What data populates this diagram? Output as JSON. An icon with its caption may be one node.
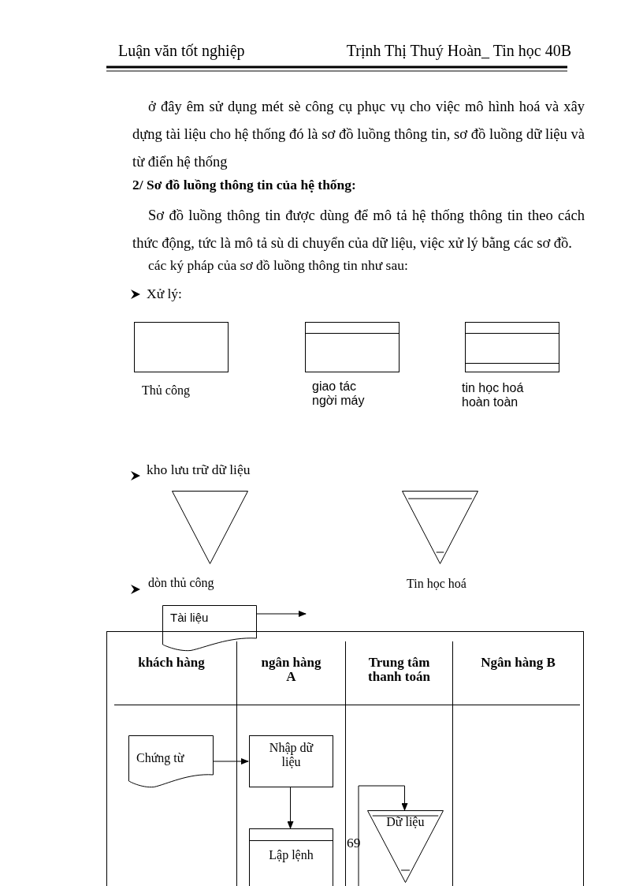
{
  "diagram": {
    "nodes": [
      {
        "text": [],
        "shape": "box",
        "beside": [
          "Thủ công"
        ]
      },
      {
        "text": [],
        "shape": "box",
        "beside": [
          "giao tác ngời máy"
        ]
      },
      {
        "text": [],
        "shape": "box",
        "beside": [
          "tin học hoá hoàn toàn"
        ]
      },
      {
        "text": [],
        "shape": "triangle",
        "beside": [
          "dòn thủ công"
        ]
      },
      {
        "text": [],
        "shape": "triangle",
        "beside": [
          "Tin học hoá"
        ]
      },
      {
        "text": [
          "Tài liệu"
        ]
      },
      {
        "text": [
          "khách hàng"
        ]
      },
      {
        "text": [
          "ngân hàng A"
        ]
      },
      {
        "text": [
          "Trung tâm thanh toán"
        ]
      },
      {
        "text": [
          "Ngân hàng B"
        ]
      },
      {
        "text": [
          "Chứng từ"
        ],
        "in": 6
      },
      {
        "text": [
          "Nhập dữ liệu"
        ],
        "in": 7
      },
      {
        "text": [
          "Lập lệnh"
        ],
        "in": 7
      },
      {
        "text": [
          "Dữ liệu"
        ],
        "in": 8
      }
    ],
    "edges": [
      {
        "from": 5,
        "to": null,
        "arrow": "to"
      },
      {
        "from": 10,
        "to": 11,
        "arrow": "to"
      },
      {
        "from": 11,
        "to": 12,
        "arrow": "to"
      },
      {
        "from": null,
        "to": 13,
        "arrow": "to"
      }
    ],
    "labels": [
      "Luận văn tốt nghiệp",
      "Trịnh Thị Thuý Hoàn_ Tin học 40B",
      "ở đây êm sử dụng mét sè công cụ phục vụ cho việc mô hình hoá và xây dựng tài liệu cho hệ thống đó là sơ đồ luồng thông tin, sơ đồ luồng dữ liệu và từ điển hệ thống",
      "2/ Sơ đồ luồng thông tin của hệ thống:",
      "Sơ đồ luồng thông tin được dùng để mô tả hệ thống thông tin theo cách thức động, tức là mô tả sù di chuyển của dữ liệu, việc xử lý bằng các sơ đồ.",
      "các ký pháp của sơ đồ luồng thông tin như sau:",
      "Xử lý:",
      "kho lưu trữ dữ liệu",
      "69"
    ]
  }
}
